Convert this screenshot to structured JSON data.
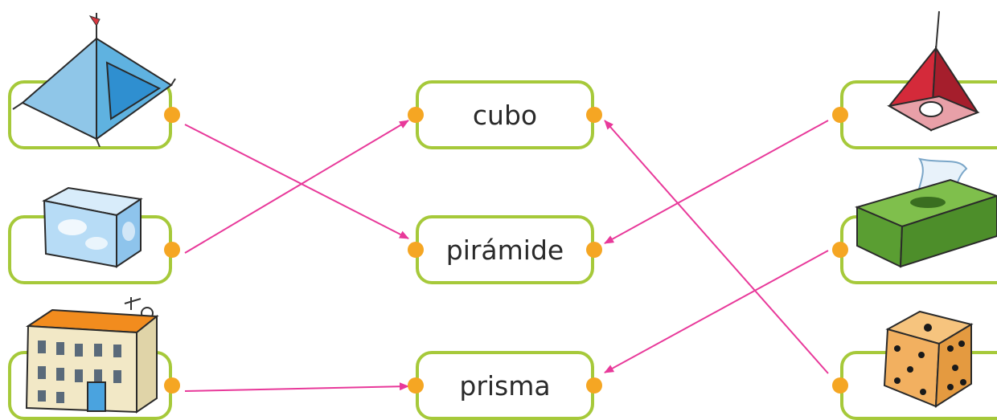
{
  "words": {
    "cubo": "cubo",
    "piramide": "pirámide",
    "prisma": "prisma"
  },
  "connections": [
    {
      "from": "tent",
      "to": "pirámide"
    },
    {
      "from": "ice-cube",
      "to": "cubo"
    },
    {
      "from": "building",
      "to": "prisma"
    },
    {
      "from": "red-lampshade",
      "to": "pirámide"
    },
    {
      "from": "tissue-box",
      "to": "prisma"
    },
    {
      "from": "die",
      "to": "cubo"
    }
  ],
  "colors": {
    "box_border": "#a6c93a",
    "dot": "#f5a623",
    "arrow": "#e8399a"
  },
  "icons": [
    "tent-icon",
    "ice-cube-icon",
    "building-icon",
    "lampshade-icon",
    "tissue-box-icon",
    "die-icon"
  ]
}
